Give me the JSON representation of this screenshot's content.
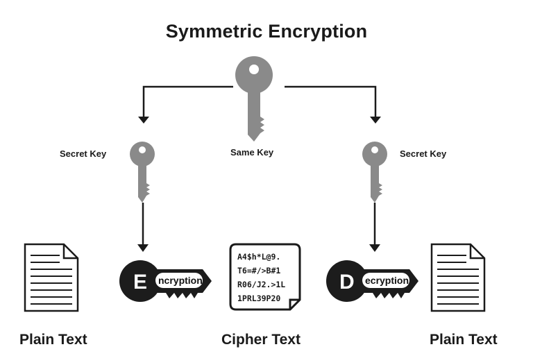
{
  "title": "Symmetric Encryption",
  "keys": {
    "left_label": "Secret Key",
    "center_label": "Same Key",
    "right_label": "Secret Key"
  },
  "encryption": {
    "letter": "E",
    "rest": "ncryption"
  },
  "decryption": {
    "letter": "D",
    "rest": "ecryption"
  },
  "cipher_lines": [
    "A4$h*L@9.",
    "T6=#/>B#1",
    "R06/J2.>1L",
    "1PRL39P20"
  ],
  "bottom": {
    "left": "Plain Text",
    "center": "Cipher Text",
    "right": "Plain Text"
  },
  "colors": {
    "key": "#8a8a8a",
    "pill": "#1c1c1c",
    "line": "#1a1a1a"
  },
  "icons": [
    "key-icon",
    "document-icon",
    "cipher-document-icon",
    "arrow-down-icon"
  ]
}
